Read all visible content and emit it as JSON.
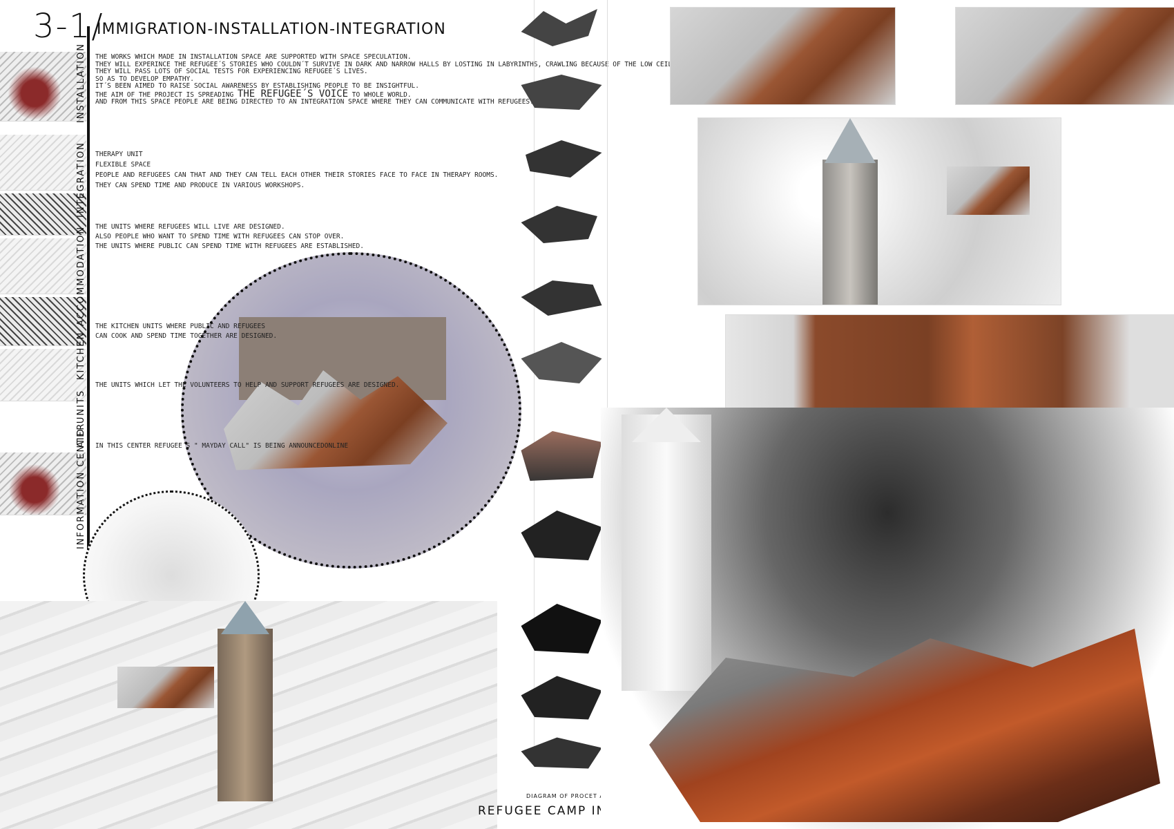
{
  "header": {
    "number": "3-1/",
    "title": "IMMIGRATION-INSTALLATION-INTEGRATION"
  },
  "sidebar": {
    "labels": [
      "INSTALLATION",
      "INTEGRATION",
      "ACCOMMODATION",
      "KITCHEN",
      "AID UNITS",
      "INFORMATION CENTER"
    ]
  },
  "intro": {
    "line1": "THE WORKS WHICH MADE IN INSTALLATION SPACE ARE SUPPORTED WITH SPACE SPECULATION.",
    "line2": "THEY WILL EXPERINCE THE REFUGEE´S STORIES WHO COULDN´T SURVIVE IN DARK AND NARROW HALLS BY LOSTING IN LABYRINTHS, CRAWLING BECAUSE OF THE LOW CEILING",
    "line3": "THEY WILL PASS LOTS OF SOCIAL TESTS FOR EXPERIENCING REFUGEE´S LIVES.",
    "line4": "SO AS TO DEVELOP EMPATHY.",
    "line5": "IT´S BEEN AIMED TO RAISE SOCIAL AWARENESS BY ESTABLISHING PEOPLE TO BE INSIGHTFUL.",
    "line6_pre": "THE AIM OF THE PROJECT IS SPREADING ",
    "line6_em": "THE REFUGEE´S VOICE",
    "line6_post": " TO WHOLE WORLD.",
    "line7": "AND FROM THIS SPACE PEOPLE ARE BEING DIRECTED TO AN INTEGRATION SPACE WHERE THEY CAN COMMUNICATE WITH REFUGEES."
  },
  "integration": {
    "line1": "THERAPY UNIT",
    "line2": "FLEXIBLE SPACE",
    "line3": "PEOPLE AND REFUGEES CAN THAT AND THEY CAN TELL EACH OTHER THEIR STORIES FACE TO FACE IN THERAPY ROOMS.",
    "line4": "THEY CAN SPEND TIME AND PRODUCE IN VARIOUS WORKSHOPS."
  },
  "accommodation": {
    "line1": "THE UNITS WHERE REFUGEES WILL LIVE ARE DESIGNED.",
    "line2": "ALSO PEOPLE WHO WANT TO SPEND TIME WITH REFUGEES CAN STOP OVER.",
    "line3": "THE UNITS WHERE PUBLIC CAN SPEND TIME WITH REFUGEES ARE ESTABLISHED."
  },
  "kitchen": {
    "line1": "THE KITCHEN UNITS WHERE PUBLIC AND REFUGEES",
    "line2": "CAN COOK AND SPEND TIME TOGETHER ARE DESIGNED."
  },
  "aid": {
    "line1": "THE UNITS WHICH LET THE VOLUNTEERS TO HELP AND SUPPORT REFUGEES ARE DESIGNED."
  },
  "info": {
    "line1": "IN THIS CENTER REFUGEE´S \" MAYDAY CALL\" IS BEING ANNOUNCEDONLINE"
  },
  "captions": {
    "diagram": "DIAGRAM OF PROCET AREA",
    "project": "REFUGEE CAMP IN GALATA"
  },
  "colors": {
    "rust": "#8b4a2b",
    "ink": "#111111"
  }
}
